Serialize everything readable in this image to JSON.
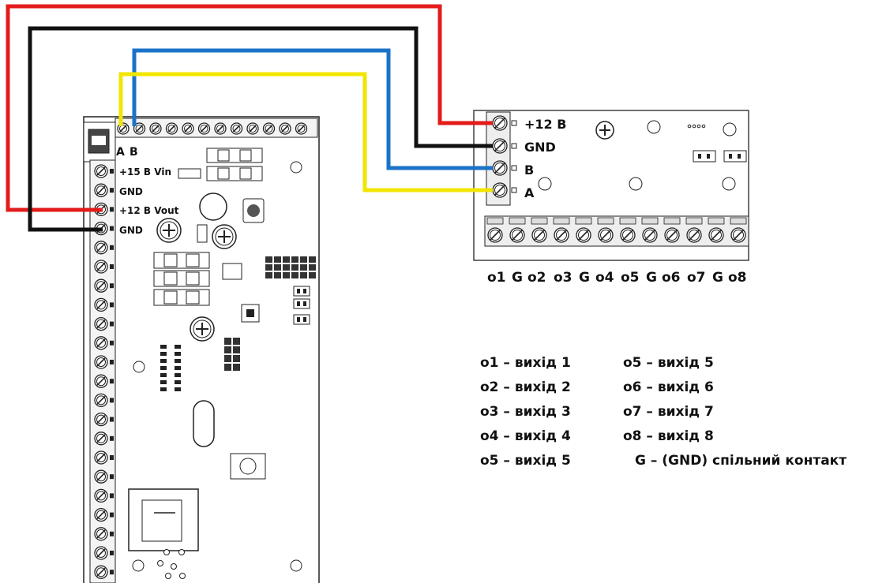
{
  "main_board": {
    "rs485_labels": [
      "A",
      "B"
    ],
    "pin_labels": [
      "+15 В Vin",
      "GND",
      "+12 В Vout",
      "GND"
    ]
  },
  "module": {
    "input_labels": [
      "+12 В",
      "GND",
      "B",
      "A"
    ],
    "output_labels": [
      "o1",
      "G",
      "o2",
      "o3",
      "G",
      "o4",
      "o5",
      "G",
      "o6",
      "o7",
      "G",
      "o8"
    ]
  },
  "wires": [
    {
      "from": "+12 В Vout",
      "to": "+12 В",
      "color": "#e31b1b"
    },
    {
      "from": "GND",
      "to": "GND",
      "color": "#111111"
    },
    {
      "from": "B",
      "to": "B",
      "color": "#1a73c8"
    },
    {
      "from": "A",
      "to": "A",
      "color": "#f2e600"
    }
  ],
  "legend": {
    "left": [
      "o1 – вихід 1",
      "o2 – вихід 2",
      "o3 – вихід 3",
      "o4 – вихід 4",
      "o5 – вихід 5"
    ],
    "right": [
      "o5 – вихід 5",
      "o6 – вихід 6",
      "o7 – вихід 7",
      "o8 – вихід 8",
      "G – (GND) спільний контакт"
    ]
  }
}
